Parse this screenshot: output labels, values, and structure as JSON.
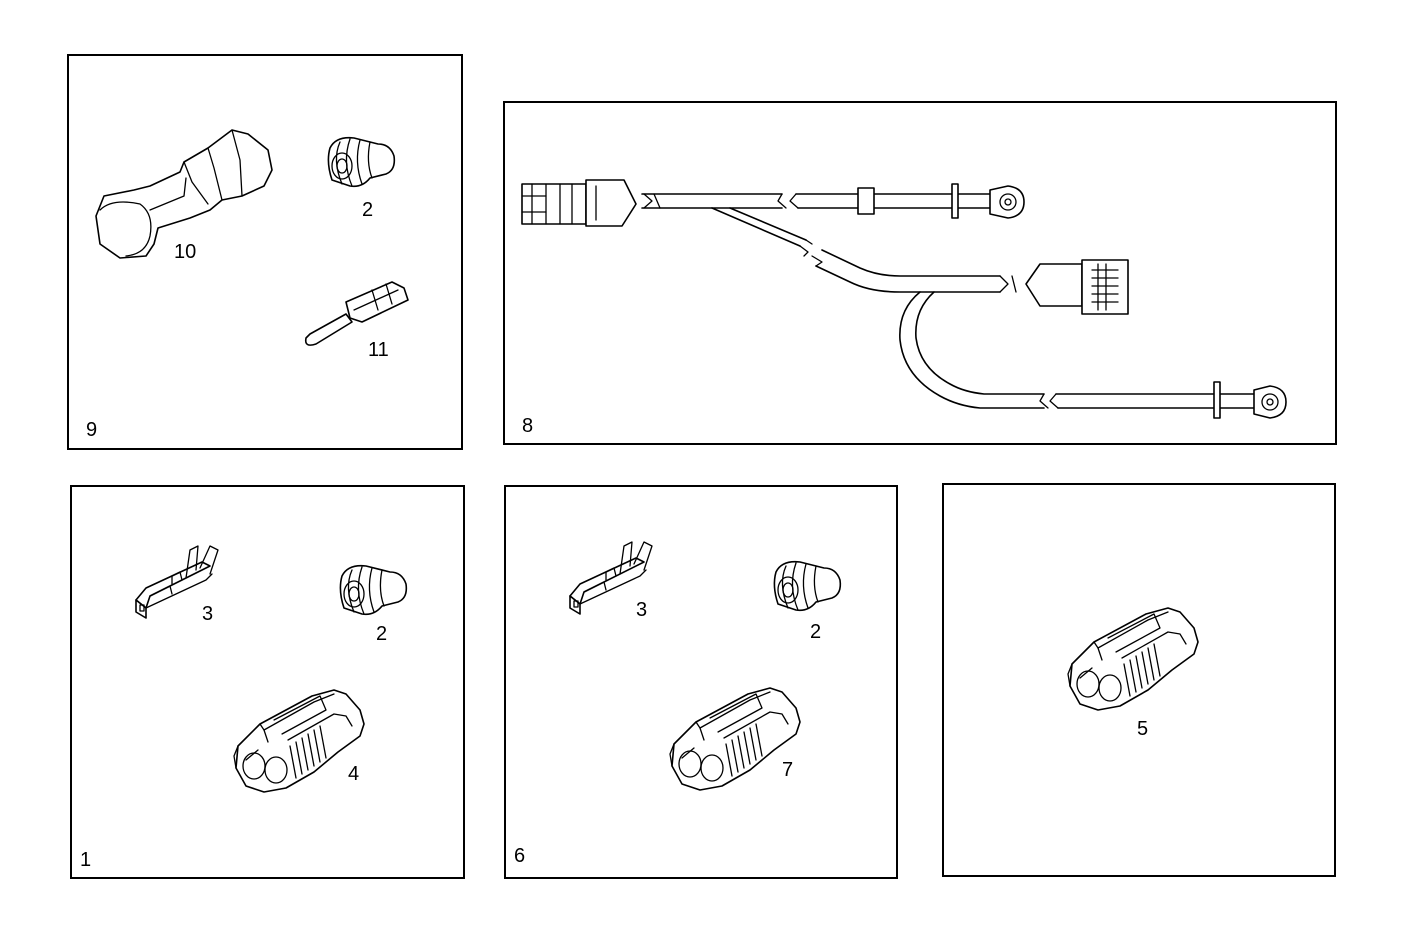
{
  "panels": [
    {
      "id": "9",
      "label": "9",
      "callouts": [
        "10",
        "2",
        "11"
      ]
    },
    {
      "id": "8",
      "label": "8",
      "callouts": []
    },
    {
      "id": "1",
      "label": "1",
      "callouts": [
        "3",
        "2",
        "4"
      ]
    },
    {
      "id": "6",
      "label": "6",
      "callouts": [
        "3",
        "2",
        "7"
      ]
    },
    {
      "id": "5",
      "label": "",
      "callouts": [
        "5"
      ]
    }
  ]
}
